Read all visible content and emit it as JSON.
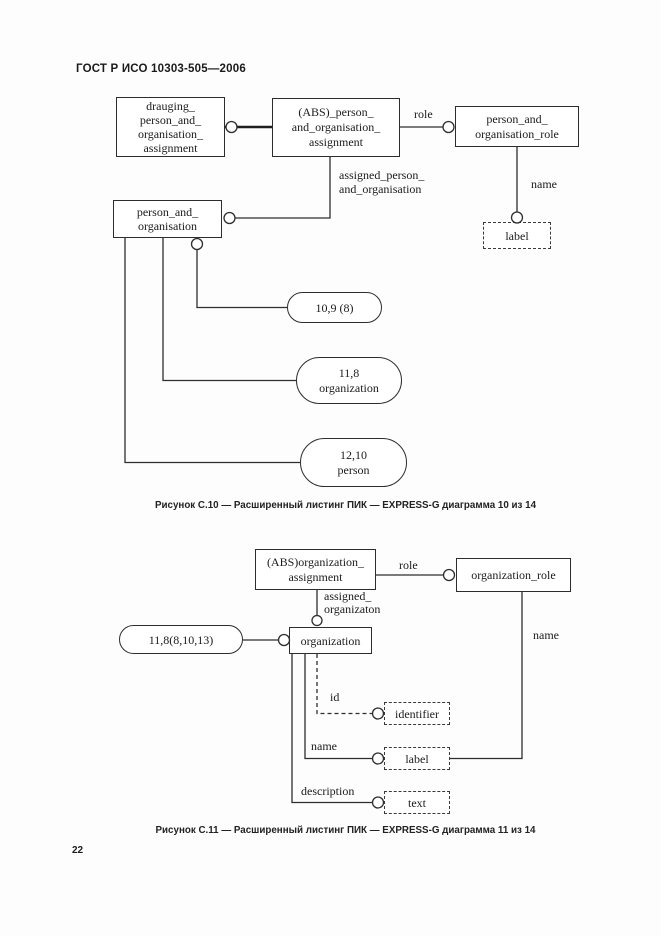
{
  "page": {
    "header": "ГОСТ Р ИСО 10303-505—2006",
    "number": "22"
  },
  "figure10": {
    "caption": "Рисунок С.10 — Расширенный листинг ПИК — EXPRESS-G диаграмма 10 из 14",
    "entities": {
      "drauging": "drauging_\nperson_and_\norganisation_\nassignment",
      "abs_person": "(ABS)_person_\nand_organisation_\nassignment",
      "person_org_role": "person_and_\norganisation_role",
      "person_org": "person_and_\norganisation",
      "label_type": "label"
    },
    "refs": {
      "r1": "10,9 (8)",
      "r2": "11,8\norganization",
      "r3": "12,10\nperson"
    },
    "labels": {
      "role": "role",
      "assigned": "assigned_person_\nand_organisation",
      "name": "name"
    }
  },
  "figure11": {
    "caption": "Рисунок С.11 — Расширенный листинг ПИК — EXPRESS-G диаграмма 11 из 14",
    "entities": {
      "abs_org": "(ABS)organization_\nassignment",
      "org_role": "organization_role",
      "org": "organization",
      "identifier_type": "identifier",
      "label_type": "label",
      "text_type": "text"
    },
    "refs": {
      "r1": "11,8(8,10,13)"
    },
    "labels": {
      "role": "role",
      "assigned": "assigned_\norganizaton",
      "name_right": "name",
      "id": "id",
      "name": "name",
      "description": "description"
    }
  }
}
